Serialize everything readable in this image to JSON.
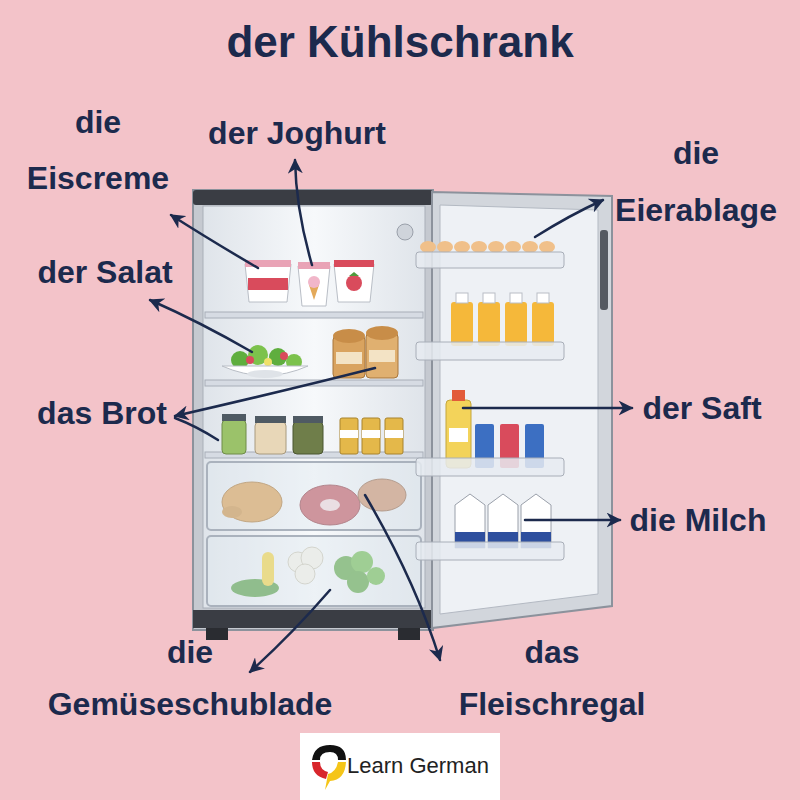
{
  "diagram": {
    "title": "der Kühlschrank",
    "labels": [
      "die Eiscreme",
      "der Joghurt",
      "die Eierablage",
      "der Salat",
      "das Brot",
      "der Saft",
      "die Milch",
      "die Gemüseschublade",
      "das Fleischregal",
      "Learn German"
    ]
  }
}
